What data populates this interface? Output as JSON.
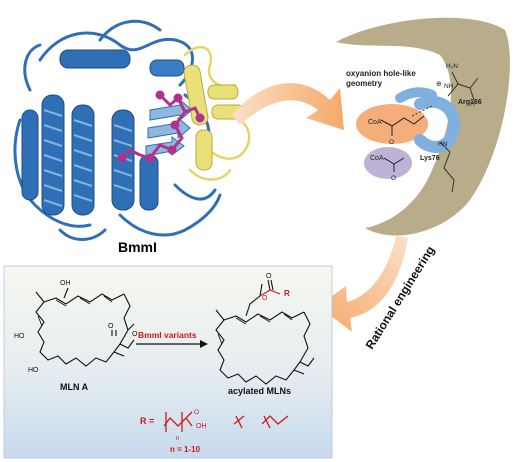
{
  "protein": {
    "name": "BmmI"
  },
  "pocket": {
    "geometry_line1": "oxyanion hole-like",
    "geometry_line2": "geometry",
    "arg_label": "Arg166",
    "lys_label": "Lys76",
    "nh2_label": "H₂N",
    "nh_label": "NH",
    "h_label": "H",
    "hn_label": "HN",
    "charge_label": "⊕",
    "coa_orange": "CoA",
    "coa_purple": "CoA",
    "o_label1": "O",
    "o_label2": "O"
  },
  "arrow_label": "Rational engineering",
  "reaction": {
    "reactant_name": "MLN A",
    "product_name": "acylated MLNs",
    "enzyme_label": "BmmI variants",
    "r_group_letter": "R",
    "r_def_label": "R =",
    "n_range": "n = 1-10",
    "n_sub": "n",
    "oh_label": "OH",
    "oh_top": "OH",
    "ho_mid": "HO",
    "ho_bot": "HO",
    "o_ring": "O",
    "o_carbonyl": "O",
    "o_product_ester": "O",
    "o_product_carbonyl": "O"
  },
  "colors": {
    "helix_blue": "#2f6fb5",
    "helix_yellow": "#e9e07a",
    "ligand_magenta": "#b0328f",
    "pocket_tan": "#b9ac8a",
    "orange_blob": "#f4a46a",
    "purple_blob": "#b7aad3",
    "arrow_orange": "#f6b27b",
    "enzyme_red": "#d01818",
    "panel_top": "#f4f5ee",
    "panel_bottom": "#c9dcee"
  }
}
